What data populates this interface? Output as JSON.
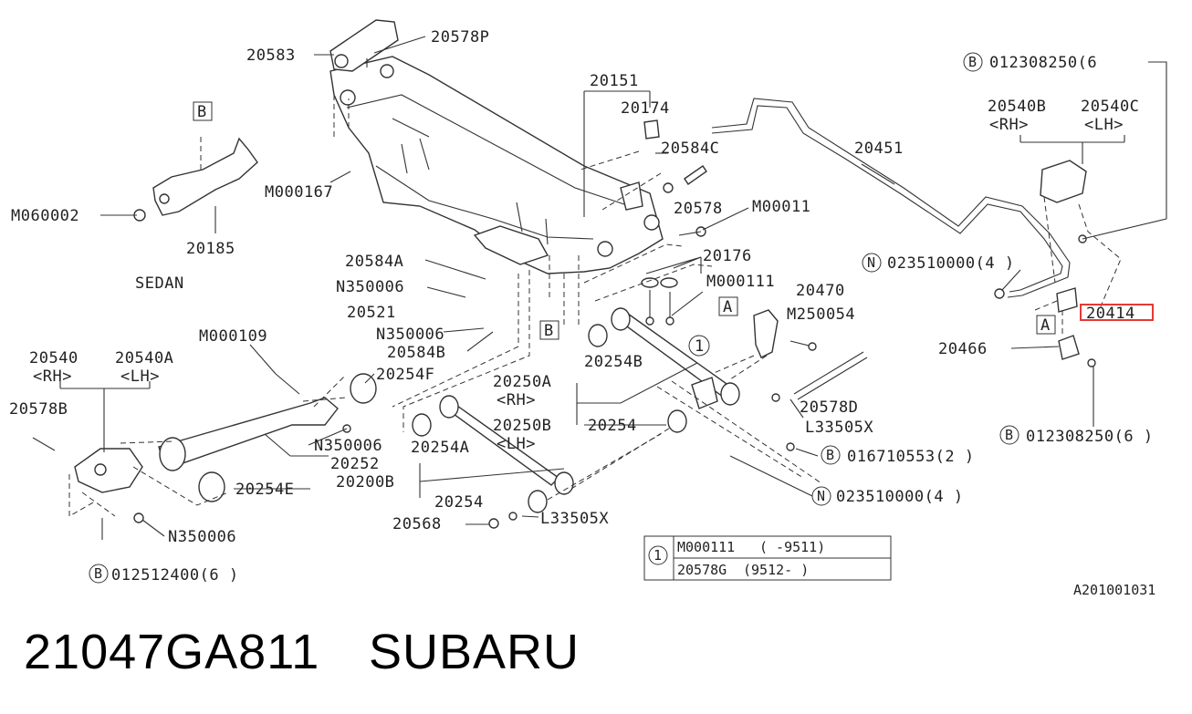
{
  "callouts": [
    {
      "id": "20583",
      "text": "20583"
    },
    {
      "id": "20578P",
      "text": "20578P"
    },
    {
      "id": "20151",
      "text": "20151"
    },
    {
      "id": "20174",
      "text": "20174"
    },
    {
      "id": "20584C",
      "text": "20584C"
    },
    {
      "id": "20578",
      "text": "20578"
    },
    {
      "id": "M00011",
      "text": "M00011"
    },
    {
      "id": "20176",
      "text": "20176"
    },
    {
      "id": "M000111",
      "text": "M000111"
    },
    {
      "id": "20470",
      "text": "20470"
    },
    {
      "id": "M250054",
      "text": "M250054"
    },
    {
      "id": "M000167",
      "text": "M000167"
    },
    {
      "id": "M060002",
      "text": "M060002"
    },
    {
      "id": "20185",
      "text": "20185"
    },
    {
      "id": "SEDAN",
      "text": "SEDAN"
    },
    {
      "id": "20584A",
      "text": "20584A"
    },
    {
      "id": "N350006a",
      "text": "N350006"
    },
    {
      "id": "20521",
      "text": "20521"
    },
    {
      "id": "N350006b",
      "text": "N350006"
    },
    {
      "id": "20584B",
      "text": "20584B"
    },
    {
      "id": "M000109",
      "text": "M000109"
    },
    {
      "id": "20540",
      "text": "20540"
    },
    {
      "id": "20540A",
      "text": "20540A"
    },
    {
      "id": "RH1",
      "text": "<RH>"
    },
    {
      "id": "LH1",
      "text": "<LH>"
    },
    {
      "id": "20254F",
      "text": "20254F"
    },
    {
      "id": "20578B",
      "text": "20578B"
    },
    {
      "id": "N350006c",
      "text": "N350006"
    },
    {
      "id": "20252",
      "text": "20252"
    },
    {
      "id": "20254E",
      "text": "20254E"
    },
    {
      "id": "N350006d",
      "text": "N350006"
    },
    {
      "id": "B012512400",
      "text": "012512400(6 )"
    },
    {
      "id": "20250A",
      "text": "20250A"
    },
    {
      "id": "RH2",
      "text": "<RH>"
    },
    {
      "id": "20250B",
      "text": "20250B"
    },
    {
      "id": "20254A",
      "text": "20254A"
    },
    {
      "id": "LH2",
      "text": "<LH>"
    },
    {
      "id": "20200B",
      "text": "20200B"
    },
    {
      "id": "20254a",
      "text": "20254"
    },
    {
      "id": "20254b",
      "text": "20254"
    },
    {
      "id": "20254B",
      "text": "20254B"
    },
    {
      "id": "20568",
      "text": "20568"
    },
    {
      "id": "L33505Xa",
      "text": "L33505X"
    },
    {
      "id": "20578D",
      "text": "20578D"
    },
    {
      "id": "L33505Xb",
      "text": "L33505X"
    },
    {
      "id": "B016710553",
      "text": "016710553(2 )"
    },
    {
      "id": "N023510000b",
      "text": "023510000(4 )"
    },
    {
      "id": "20451",
      "text": "20451"
    },
    {
      "id": "B012308250a",
      "text": "012308250(6 "
    },
    {
      "id": "20540B",
      "text": "20540B"
    },
    {
      "id": "20540C",
      "text": "20540C"
    },
    {
      "id": "RH3",
      "text": "<RH>"
    },
    {
      "id": "LH3",
      "text": "<LH>"
    },
    {
      "id": "N023510000a",
      "text": "023510000(4 )"
    },
    {
      "id": "20414",
      "text": "20414"
    },
    {
      "id": "20466",
      "text": "20466"
    },
    {
      "id": "B012308250b",
      "text": "012308250(6 )"
    },
    {
      "id": "refA1",
      "text": "A"
    },
    {
      "id": "refA2",
      "text": "A"
    },
    {
      "id": "refB1",
      "text": "B"
    },
    {
      "id": "refB2",
      "text": "B"
    },
    {
      "id": "ref1",
      "text": "1"
    }
  ],
  "note_table": {
    "marker": "1",
    "rows": [
      {
        "part": "M000111",
        "range": "(      -9511)"
      },
      {
        "part": "20578G",
        "range": "(9512-      )"
      }
    ]
  },
  "drawing_code": "A201001031",
  "footer": {
    "part_number": "21047GA811",
    "brand": "SUBARU"
  },
  "highlight": {
    "target": "20414",
    "color": "#e53935"
  }
}
